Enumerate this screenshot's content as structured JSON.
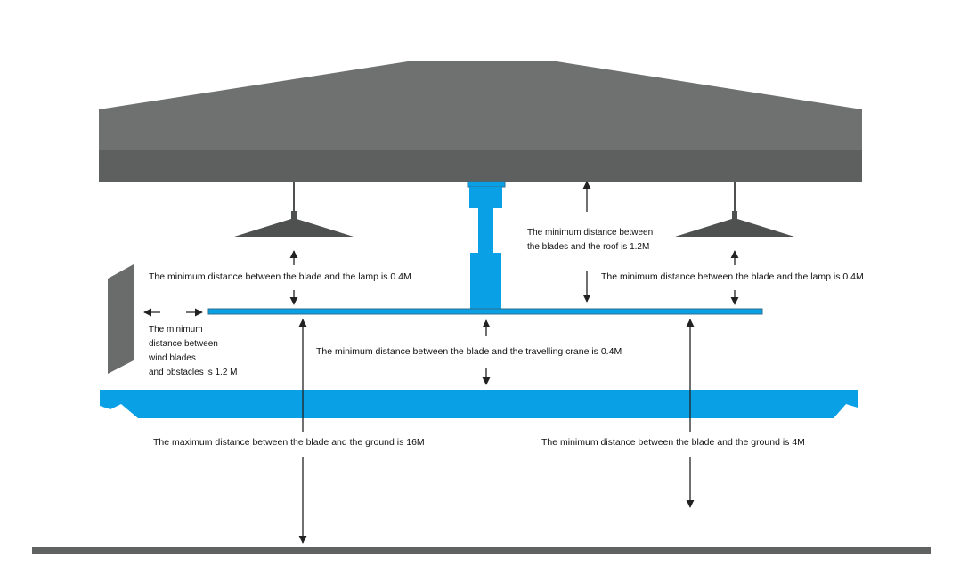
{
  "colors": {
    "roof_top": "#6f7170",
    "roof_bottom": "#5e5f5f",
    "lamp": "#4f5150",
    "fan": "#0aa0e6",
    "fan_outline": "#2d6f8e",
    "crane": "#0aa0e6",
    "ground": "#606161",
    "obstacle": "#6a6b6b",
    "arrow": "#222222"
  },
  "labels": {
    "roof_distance": [
      "The minimum distance between",
      "the blades and the roof is 1.2M"
    ],
    "lamp_left": "The minimum distance between the blade and the lamp is 0.4M",
    "lamp_right": "The minimum distance between the blade and the lamp is 0.4M",
    "obstacle": [
      "The minimum",
      "distance between",
      "wind blades",
      "and obstacles is 1.2 M"
    ],
    "crane": "The minimum distance between the blade and the travelling crane is 0.4M",
    "ground_max": "The maximum distance between the blade and the ground is 16M",
    "ground_min": "The minimum distance between the blade and the ground is 4M"
  }
}
